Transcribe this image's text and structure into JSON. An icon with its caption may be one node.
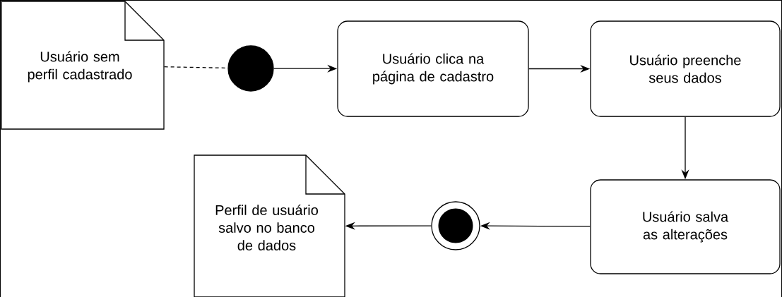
{
  "diagram": {
    "nodes": [
      {
        "text": [
          "Usuário sem perfil cadastrado"
        ]
      },
      {
        "text": [],
        "shape": "circle"
      },
      {
        "text": [
          "Usuário clica na página de cadastro"
        ]
      },
      {
        "text": [
          "Usuário preenche seus dados"
        ]
      },
      {
        "text": [
          "Usuário salva as alterações"
        ]
      },
      {
        "text": [],
        "shape": "circle"
      },
      {
        "text": [
          "Perfil de usuário salvo no banco de dados"
        ]
      }
    ],
    "edges": [
      {
        "from": 0,
        "to": 1,
        "arrow": "none",
        "style": "dashed"
      },
      {
        "from": 1,
        "to": 2,
        "arrow": "to"
      },
      {
        "from": 2,
        "to": 3,
        "arrow": "to"
      },
      {
        "from": 3,
        "to": 4,
        "arrow": "to"
      },
      {
        "from": 4,
        "to": 5,
        "arrow": "to"
      },
      {
        "from": 5,
        "to": 6,
        "arrow": "to"
      }
    ]
  }
}
